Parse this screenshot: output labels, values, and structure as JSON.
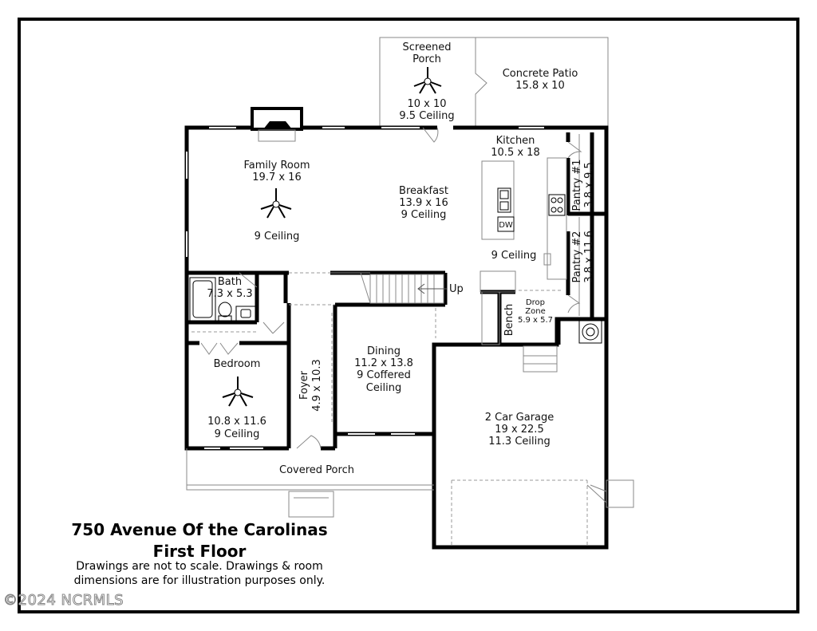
{
  "rooms": {
    "screened_porch": {
      "name_line1": "Screened",
      "name_line2": "Porch",
      "dims": "10 x 10",
      "ceiling": "9.5 Ceiling"
    },
    "concrete_patio": {
      "name": "Concrete Patio",
      "dims": "15.8 x 10"
    },
    "kitchen": {
      "name": "Kitchen",
      "dims": "10.5 x 18",
      "ceiling": "9 Ceiling"
    },
    "family_room": {
      "name": "Family Room",
      "dims": "19.7 x 16",
      "ceiling": "9 Ceiling"
    },
    "breakfast": {
      "name": "Breakfast",
      "dims": "13.9 x 16",
      "ceiling": "9 Ceiling"
    },
    "pantry1": {
      "name": "Pantry #1",
      "dims": "3.8 x 9.5"
    },
    "pantry2": {
      "name": "Pantry #2",
      "dims": "3.8 x 11.6"
    },
    "bath": {
      "name": "Bath",
      "dims": "7.3 x 5.3"
    },
    "stairs": {
      "label": "Up"
    },
    "drop_zone": {
      "name_line1": "Drop",
      "name_line2": "Zone",
      "dims": "5.9 x 5.7"
    },
    "bench": {
      "name": "Bench"
    },
    "bedroom": {
      "name": "Bedroom",
      "dims": "10.8 x 11.6",
      "ceiling": "9 Ceiling"
    },
    "foyer": {
      "name": "Foyer",
      "dims": "4.9 x 10.3"
    },
    "dining": {
      "name": "Dining",
      "dims": "11.2 x 13.8",
      "ceiling_line1": "9 Coffered",
      "ceiling_line2": "Ceiling"
    },
    "garage": {
      "name": "2 Car Garage",
      "dims": "19 x 22.5",
      "ceiling": "11.3 Ceiling"
    },
    "covered_porch": {
      "name": "Covered Porch"
    },
    "dishwasher": {
      "label": "DW"
    }
  },
  "caption": {
    "address": "750 Avenue Of the Carolinas",
    "floor": "First Floor",
    "note_line1": "Drawings are not to scale. Drawings & room",
    "note_line2": "dimensions are for illustration purposes only."
  },
  "watermark": "©2024 NCRMLS",
  "icons": [
    "ceiling-fan-icon",
    "door-swing-icon",
    "sink-icon",
    "toilet-icon",
    "range-icon",
    "water-heater-icon"
  ]
}
